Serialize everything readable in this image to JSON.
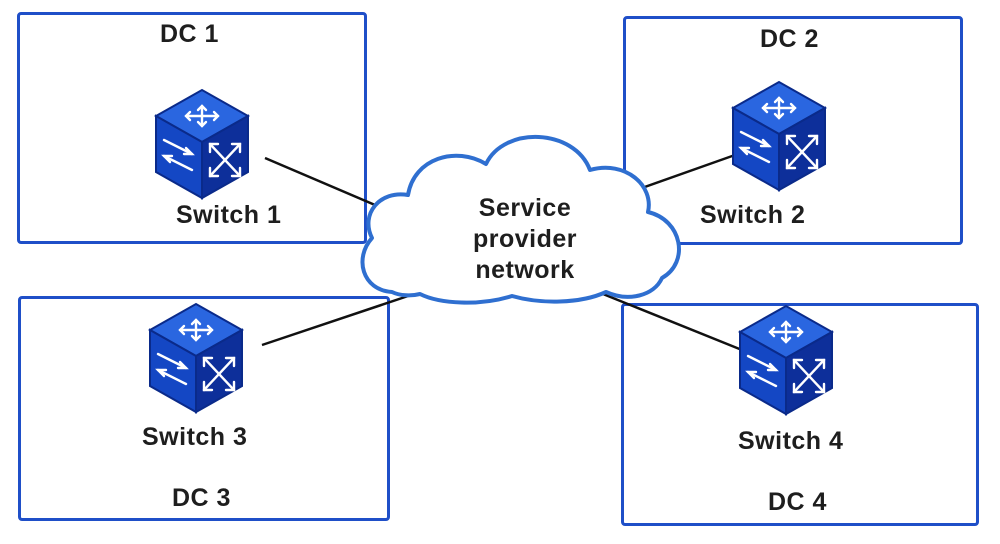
{
  "datacenters": [
    {
      "name": "DC 1",
      "switch": "Switch 1"
    },
    {
      "name": "DC 2",
      "switch": "Switch 2"
    },
    {
      "name": "DC 3",
      "switch": "Switch 3"
    },
    {
      "name": "DC 4",
      "switch": "Switch 4"
    }
  ],
  "cloud": {
    "lines": [
      "Service",
      "provider",
      "network"
    ]
  },
  "colors": {
    "box_border": "#1f4fc8",
    "cloud_border": "#2f6fd0",
    "switch_top": "#2a66e0",
    "switch_front": "#1447c4",
    "switch_side": "#0d2f9a",
    "link": "#111111"
  },
  "icons": {
    "switch": "layer3-switch-icon",
    "cloud": "cloud-icon"
  }
}
